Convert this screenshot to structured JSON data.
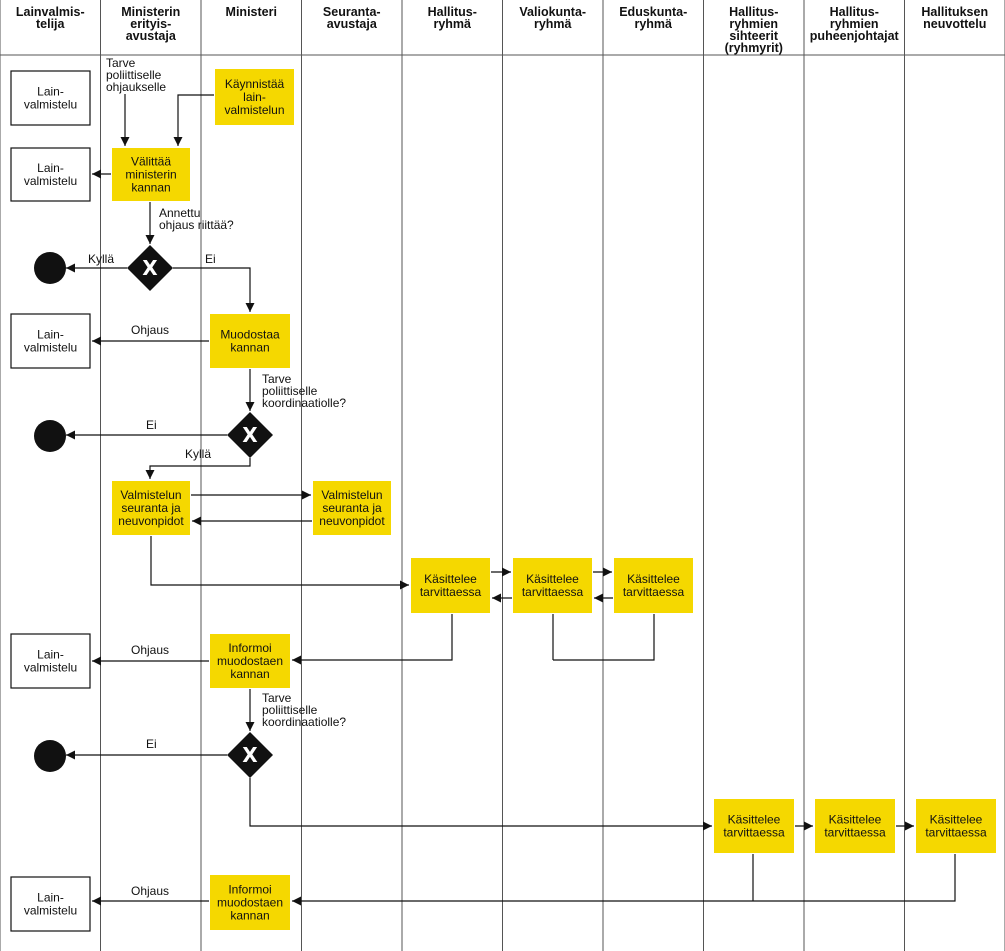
{
  "lanes": [
    {
      "id": "lainvalmistelija",
      "lines": [
        "Lainvalmis-",
        "telija"
      ]
    },
    {
      "id": "ministerin-erityisavustaja",
      "lines": [
        "Ministerin",
        "erityis-",
        "avustaja"
      ]
    },
    {
      "id": "ministeri",
      "lines": [
        "Ministeri"
      ]
    },
    {
      "id": "seuranta-avustaja",
      "lines": [
        "Seuranta-",
        "avustaja"
      ]
    },
    {
      "id": "hallitusryhma",
      "lines": [
        "Hallitus-",
        "ryhmä"
      ]
    },
    {
      "id": "valiokuntaryhma",
      "lines": [
        "Valiokunta-",
        "ryhmä"
      ]
    },
    {
      "id": "eduskuntaryhma",
      "lines": [
        "Eduskunta-",
        "ryhmä"
      ]
    },
    {
      "id": "hallitusryhmien-sihteerit",
      "lines": [
        "Hallitus-",
        "ryhmien",
        "sihteerit",
        "(ryhmyrit)"
      ]
    },
    {
      "id": "hallitusryhmien-puheenjohtajat",
      "lines": [
        "Hallitus-",
        "ryhmien",
        "puheenjohtajat"
      ]
    },
    {
      "id": "hallituksen-neuvottelu",
      "lines": [
        "Hallituksen",
        "neuvottelu"
      ]
    }
  ],
  "nodes": [
    {
      "id": "lv1",
      "type": "box",
      "style": "white",
      "lines": [
        "Lain-",
        "valmistelu"
      ]
    },
    {
      "id": "kaynnistaa",
      "type": "box",
      "style": "yellow",
      "lines": [
        "Käynnistää",
        "lain-",
        "valmistelun"
      ]
    },
    {
      "id": "lv2",
      "type": "box",
      "style": "white",
      "lines": [
        "Lain-",
        "valmistelu"
      ]
    },
    {
      "id": "valittaa",
      "type": "box",
      "style": "yellow",
      "lines": [
        "Välittää",
        "ministerin",
        "kannan"
      ]
    },
    {
      "id": "end1",
      "type": "end"
    },
    {
      "id": "gw1",
      "type": "gateway",
      "mark": "X"
    },
    {
      "id": "lv3",
      "type": "box",
      "style": "white",
      "lines": [
        "Lain-",
        "valmistelu"
      ]
    },
    {
      "id": "muodostaa",
      "type": "box",
      "style": "yellow",
      "lines": [
        "Muodostaa",
        "kannan"
      ]
    },
    {
      "id": "end2",
      "type": "end"
    },
    {
      "id": "gw2",
      "type": "gateway",
      "mark": "X"
    },
    {
      "id": "seuranta1",
      "type": "box",
      "style": "yellow",
      "lines": [
        "Valmistelun",
        "seuranta ja",
        "neuvonpidot"
      ]
    },
    {
      "id": "seuranta2",
      "type": "box",
      "style": "yellow",
      "lines": [
        "Valmistelun",
        "seuranta ja",
        "neuvonpidot"
      ]
    },
    {
      "id": "kas1",
      "type": "box",
      "style": "yellow",
      "lines": [
        "Käsittelee",
        "tarvittaessa"
      ]
    },
    {
      "id": "kas2",
      "type": "box",
      "style": "yellow",
      "lines": [
        "Käsittelee",
        "tarvittaessa"
      ]
    },
    {
      "id": "kas3",
      "type": "box",
      "style": "yellow",
      "lines": [
        "Käsittelee",
        "tarvittaessa"
      ]
    },
    {
      "id": "lv4",
      "type": "box",
      "style": "white",
      "lines": [
        "Lain-",
        "valmistelu"
      ]
    },
    {
      "id": "informoi1",
      "type": "box",
      "style": "yellow",
      "lines": [
        "Informoi",
        "muodostaen",
        "kannan"
      ]
    },
    {
      "id": "end3",
      "type": "end"
    },
    {
      "id": "gw3",
      "type": "gateway",
      "mark": "X"
    },
    {
      "id": "kas4",
      "type": "box",
      "style": "yellow",
      "lines": [
        "Käsittelee",
        "tarvittaessa"
      ]
    },
    {
      "id": "kas5",
      "type": "box",
      "style": "yellow",
      "lines": [
        "Käsittelee",
        "tarvittaessa"
      ]
    },
    {
      "id": "kas6",
      "type": "box",
      "style": "yellow",
      "lines": [
        "Käsittelee",
        "tarvittaessa"
      ]
    },
    {
      "id": "lv5",
      "type": "box",
      "style": "white",
      "lines": [
        "Lain-",
        "valmistelu"
      ]
    },
    {
      "id": "informoi2",
      "type": "box",
      "style": "yellow",
      "lines": [
        "Informoi",
        "muodostaen",
        "kannan"
      ]
    }
  ],
  "edge_labels": [
    {
      "id": "tarve-ohjaukselle",
      "lines": [
        "Tarve",
        "poliittiselle",
        "ohjaukselle"
      ]
    },
    {
      "id": "annettu-ohjaus",
      "lines": [
        "Annettu",
        "ohjaus riittää?"
      ]
    },
    {
      "id": "gw1-kylla",
      "lines": [
        "Kyllä"
      ]
    },
    {
      "id": "gw1-ei",
      "lines": [
        "Ei"
      ]
    },
    {
      "id": "ohjaus-1",
      "lines": [
        "Ohjaus"
      ]
    },
    {
      "id": "tarve-koordinaatio-1",
      "lines": [
        "Tarve",
        "poliittiselle",
        "koordinaatiolle?"
      ]
    },
    {
      "id": "gw2-ei",
      "lines": [
        "Ei"
      ]
    },
    {
      "id": "gw2-kylla",
      "lines": [
        "Kyllä"
      ]
    },
    {
      "id": "ohjaus-2",
      "lines": [
        "Ohjaus"
      ]
    },
    {
      "id": "tarve-koordinaatio-2",
      "lines": [
        "Tarve",
        "poliittiselle",
        "koordinaatiolle?"
      ]
    },
    {
      "id": "gw3-ei",
      "lines": [
        "Ei"
      ]
    },
    {
      "id": "ohjaus-3",
      "lines": [
        "Ohjaus"
      ]
    }
  ],
  "colors": {
    "task_fill": "#f5d800",
    "box_fill": "#ffffff",
    "stroke": "#111111",
    "lane_line": "#555555"
  }
}
